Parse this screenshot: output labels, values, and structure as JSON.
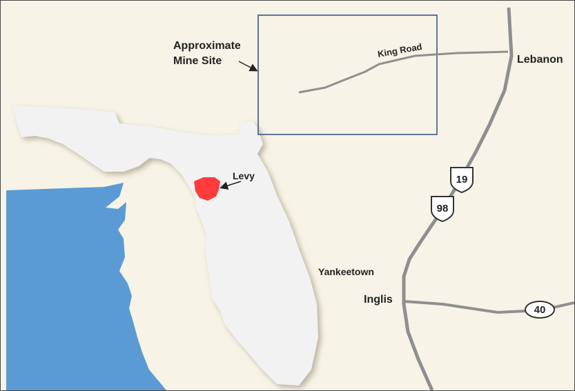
{
  "labels": {
    "mine_site_line1": "Approximate",
    "mine_site_line2": "Mine Site",
    "king_road": "King Road",
    "lebanon": "Lebanon",
    "levy": "Levy",
    "yankeetown": "Yankeetown",
    "inglis": "Inglis"
  },
  "shields": {
    "us19": "19",
    "us98": "98",
    "sr40": "40"
  },
  "colors": {
    "background": "#f7f3e6",
    "water": "#5b9bd5",
    "land": "#f2f2f2",
    "levy_county": "#ff3b3b",
    "road": "#8f8f8f",
    "inset_box": "#2b4a8a"
  }
}
